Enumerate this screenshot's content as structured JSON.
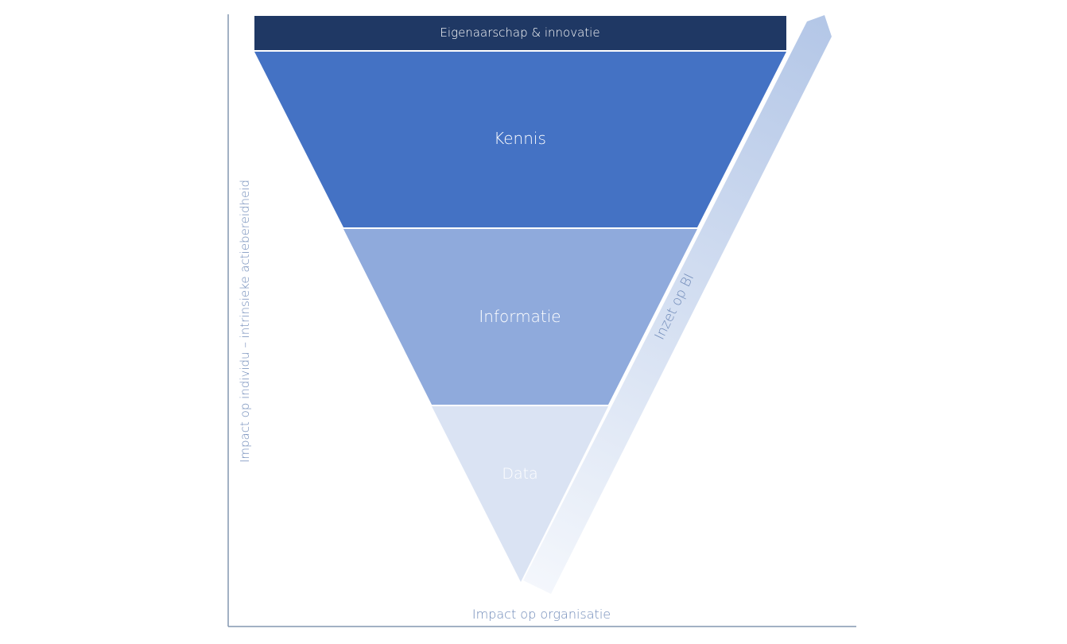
{
  "diagram": {
    "layers": [
      {
        "id": "top",
        "label": "Eigenaarschap & innovatie"
      },
      {
        "id": "kennis",
        "label": "Kennis"
      },
      {
        "id": "informatie",
        "label": "Informatie"
      },
      {
        "id": "data",
        "label": "Data"
      }
    ],
    "arrow_label": "Inzet op BI",
    "x_axis_label": "Impact op organisatie",
    "y_axis_label": "Impact op individu – intrinsieke actiebereidheid"
  },
  "colors": {
    "top_band": "#1f3864",
    "kennis": "#4472c4",
    "informatie": "#8faadc",
    "data": "#dae3f3",
    "axis": "#8497b0",
    "axis_text": "#6f8ab8",
    "arrow_start": "#b4c7e7",
    "arrow_end": "#f4f7fc"
  }
}
